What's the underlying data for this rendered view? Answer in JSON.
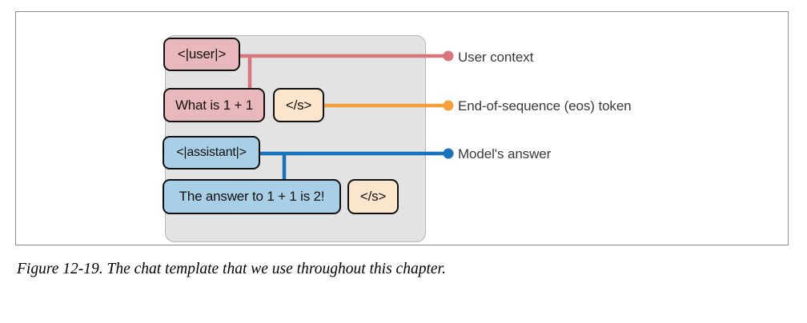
{
  "figure": {
    "caption": "Figure 12-19. The chat template that we use throughout this chapter.",
    "panel": {
      "background_color": "#e3e3e3",
      "border_color": "#b5b5b5"
    },
    "frame_border_color": "#8c8c8c"
  },
  "tokens": [
    {
      "id": "user-role",
      "label": "<|user|>",
      "role": "user-role-token",
      "color": "#e9b8bc"
    },
    {
      "id": "user-message",
      "label": "What is 1 + 1",
      "role": "user-message-token",
      "color": "#e9b8bc"
    },
    {
      "id": "eos-1",
      "label": "</s>",
      "role": "end-of-sequence-token",
      "color": "#fbe6cd"
    },
    {
      "id": "assistant-role",
      "label": "<|assistant|>",
      "role": "assistant-role-token",
      "color": "#a9cfe6"
    },
    {
      "id": "assistant-message",
      "label": "The answer to 1 + 1 is 2!",
      "role": "assistant-message-token",
      "color": "#a9cfe6"
    },
    {
      "id": "eos-2",
      "label": "</s>",
      "role": "end-of-sequence-token",
      "color": "#fbe6cd"
    }
  ],
  "legend": {
    "items": [
      {
        "id": "user",
        "label": "User context",
        "color": "#d9767d"
      },
      {
        "id": "eos",
        "label": "End-of-sequence (eos) token",
        "color": "#f3a03c"
      },
      {
        "id": "assistant",
        "label": "Model's answer",
        "color": "#1a73b8"
      }
    ]
  },
  "colors": {
    "pink": "#e9b8bc",
    "blue": "#a9cfe6",
    "cream": "#fbe6cd",
    "connector_pink": "#d9767d",
    "connector_orange": "#f3a03c",
    "connector_blue": "#1a73b8",
    "outline": "#111111",
    "panel_gray": "#e3e3e3",
    "text_gray": "#3a3a3a"
  }
}
